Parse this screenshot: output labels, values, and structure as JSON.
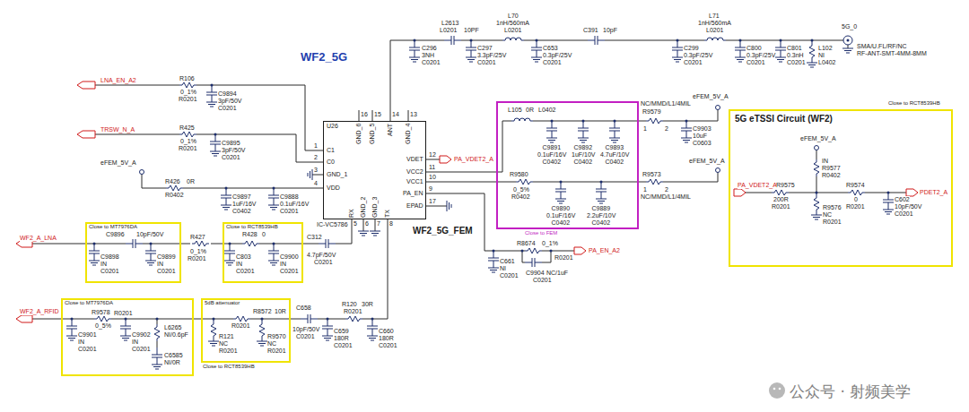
{
  "diagram": {
    "title": "WF2_5G",
    "nodes": [
      {
        "text": [
          "U26"
        ]
      },
      {
        "text": [
          "Close to FEM"
        ]
      },
      {
        "text": [
          "5G eTSSI Circuit (WF2)"
        ]
      },
      {
        "text": [
          "Close to MT7976DA"
        ]
      },
      {
        "text": [
          "Close to RCT8539HB"
        ]
      },
      {
        "text": [
          "Close to MT7976DA"
        ]
      },
      {
        "text": [
          "5dB attenuator",
          "Close to RCT8539HB"
        ]
      }
    ],
    "edges": [
      {
        "from": 3,
        "to": 4,
        "arrow": "none"
      },
      {
        "from": 5,
        "to": 6,
        "arrow": "none"
      },
      {
        "from": 0,
        "to": 1,
        "arrow": "none"
      }
    ],
    "labels": [
      "L2613",
      "L0201",
      "10PF",
      "C296",
      "3NH",
      "C0201",
      "C297",
      "3.3pF/25V",
      "C0201",
      "L70",
      "1nH/560mA",
      "L0201",
      "C653",
      "0.3pF/25V",
      "C0201",
      "C391",
      "10pF",
      "C299",
      "0.3pF/25V",
      "C0201",
      "L71",
      "1nH/560mA",
      "L0201",
      "C800",
      "0.3pF/25V",
      "C0201",
      "C801",
      "0.3nH",
      "C0201",
      "L102",
      "NI",
      "L0402",
      "5G_0",
      "SMA/U.FL/RF/NC",
      "RF-ANT-SMT-4MM-8MM",
      "LNA_EN_A2",
      "R106",
      "0_1%",
      "R0201",
      "C9894",
      "3pF/50V",
      "C0201",
      "TRSW_N_A",
      "R425",
      "0_1%",
      "R0201",
      "C9895",
      "3pF/50V",
      "C0201",
      "eFEM_5V_A",
      "R426",
      "0R",
      "R0402",
      "C9897",
      "1uF/16V",
      "C0402",
      "C9888",
      "0.1uF/16V",
      "C0201",
      "1",
      "2",
      "3",
      "4",
      "C1",
      "C0",
      "GND_1",
      "VDD",
      "16",
      "15",
      "14",
      "13",
      "GND_6",
      "GND_5",
      "ANT",
      "GND_4",
      "12",
      "11",
      "10",
      "9",
      "17",
      "VDET",
      "VCC2",
      "VCC1",
      "PA_EN",
      "EPAD",
      "RX",
      "GND_2",
      "GND_3",
      "TX",
      "5",
      "6",
      "7",
      "8",
      "IC-VC5786",
      "WF2_5G_FEM",
      "PA_VDET2_A",
      "L105",
      "0R",
      "L0402",
      "C9891",
      "0.1uF/16V",
      "C0402",
      "C9892",
      "1uF/10V",
      "C0402",
      "C9893",
      "4.7uF/10V",
      "C0402",
      "R9580",
      "R0402",
      "0_5%",
      "C9890",
      "0.1uF/16V",
      "C0402",
      "C9889",
      "2.2uF/10V",
      "C0402",
      "NC/MMD/L1/4MIL",
      "R9579",
      "1",
      "2",
      "eFEM_5V_A",
      "C9903",
      "10uF",
      "C0603",
      "R9573",
      "1",
      "2",
      "NC/MMD/L1/4MIL",
      "eFEM_5V_A",
      "Close to RCT8539HB",
      "eFEM_5V_A",
      "IN",
      "R9577",
      "R0402",
      "PA_VDET2_A",
      "R9575",
      "200R",
      "R0201",
      "R9574",
      "0",
      "R0201",
      "C602",
      "10pF/50V",
      "C0201",
      "PDET2_A",
      "R9576",
      "NC",
      "R0201",
      "WF2_A_LNA",
      "C9896",
      "10pF/50V",
      "C9898",
      "IN",
      "C0201",
      "C9899",
      "IN",
      "C0201",
      "R427",
      "0_1%",
      "R0201",
      "R428",
      "0",
      "C803",
      "IN",
      "C0201",
      "C9900",
      "IN",
      "C0201",
      "C312",
      "4.7pF/50V",
      "C0201",
      "R8674",
      "0_1%",
      "R0201",
      "C661",
      "NI",
      "C0201",
      "C9904",
      "NC/1uF",
      "C0201",
      "PA_EN_A2",
      "WF2_A_RFID",
      "R9578",
      "0_5%",
      "R0201",
      "C9901",
      "IN",
      "C0201",
      "C9902",
      "IN",
      "C0201",
      "L6265",
      "NI/0.6pF",
      "C6585",
      "NI/0R",
      "R8572",
      "10R",
      "R0201",
      "R121",
      "NC",
      "R0201",
      "R9570",
      "NC",
      "R0201",
      "C658",
      "10pF/50V",
      "C0201",
      "C659",
      "180R",
      "C0201",
      "R120",
      "30R",
      "R0201",
      "C660",
      "180R",
      "C0201",
      "公众号 · 射频美学"
    ]
  }
}
